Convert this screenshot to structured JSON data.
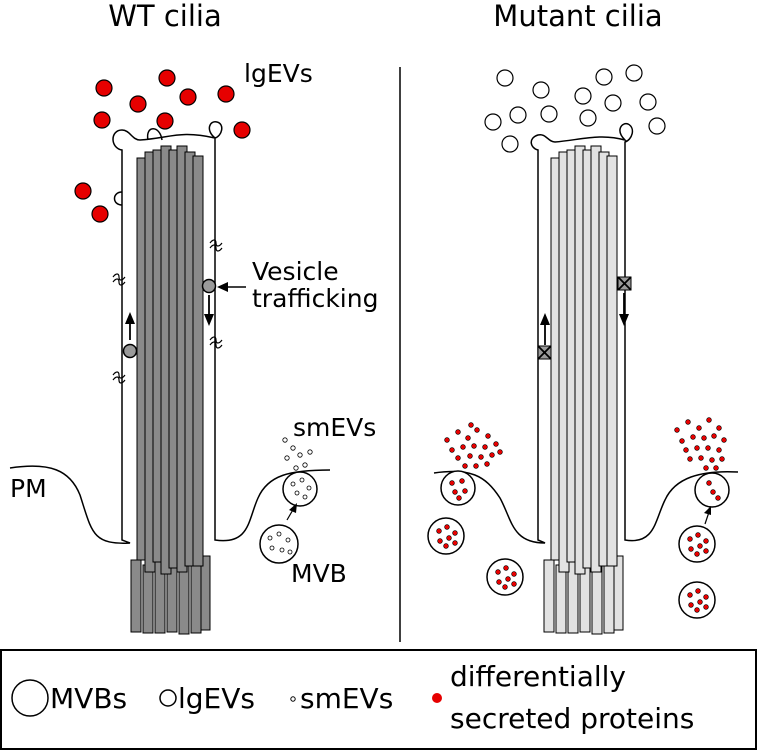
{
  "panels": {
    "wt": {
      "title": "WT cilia",
      "lgevs_label": "lgEVs",
      "trafficking_label_line1": "Vesicle",
      "trafficking_label_line2": "trafficking",
      "smevs_label": "smEVs",
      "pm_label": "PM",
      "mvb_label": "MVB"
    },
    "mutant": {
      "title": "Mutant cilia"
    }
  },
  "legend": {
    "mvbs": "MVBs",
    "lgevs": "lgEVs",
    "smevs": "smEVs",
    "proteins_line1": "differentially",
    "proteins_line2": "secreted proteins"
  },
  "colors": {
    "axoneme_wt": "#8a8a8a",
    "axoneme_mutant": "#e2e2e2",
    "protein_red": "#e60000",
    "outline": "#000000",
    "vesicle_grey": "#9a9a9a"
  }
}
